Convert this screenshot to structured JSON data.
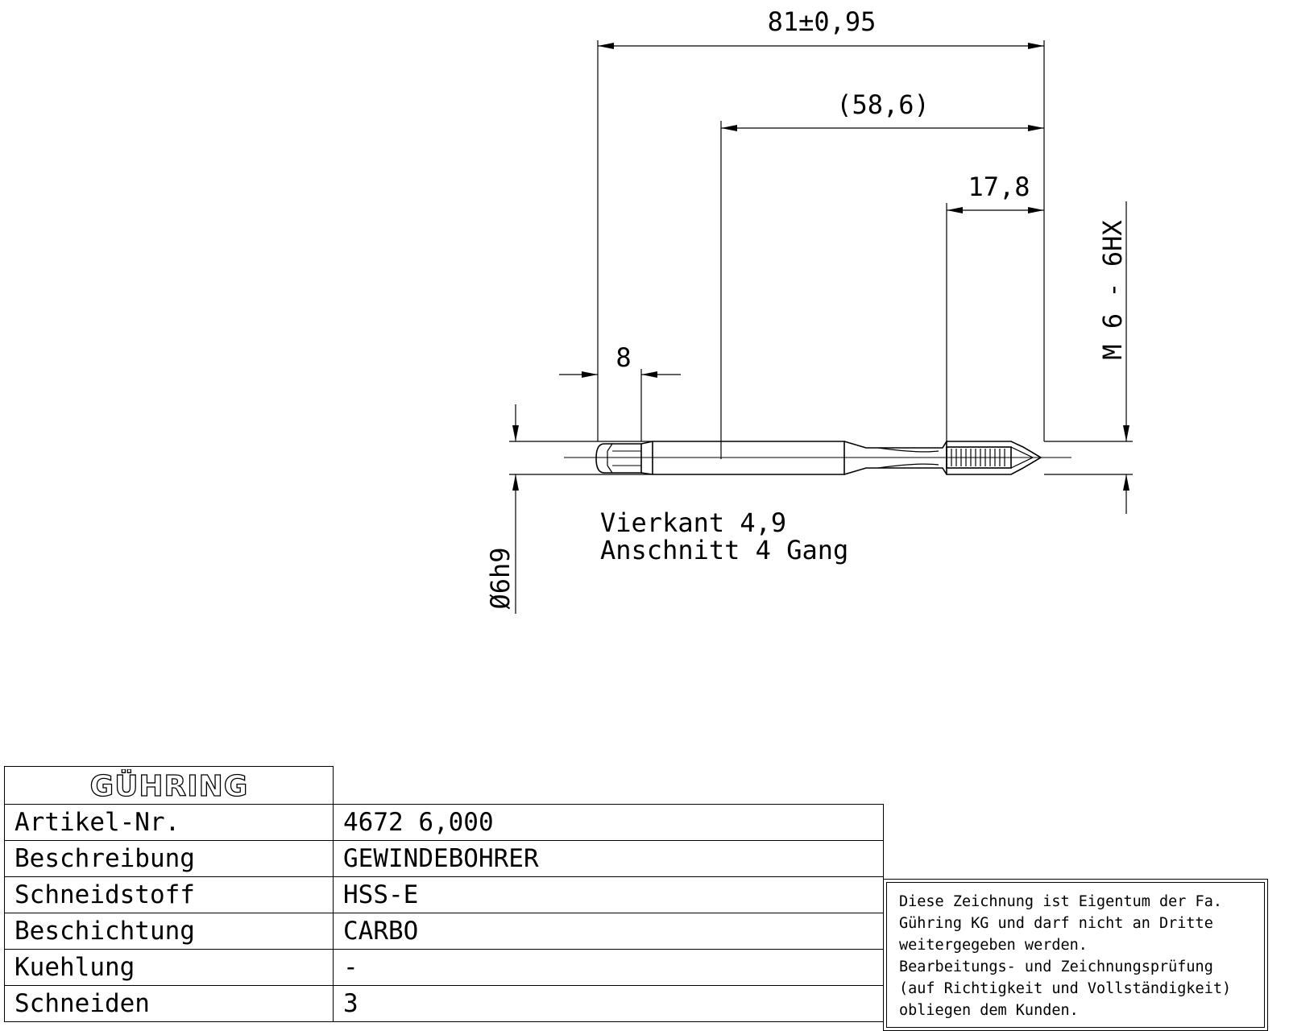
{
  "drawing": {
    "dim_total_length": "81±0,95",
    "dim_shank_length": "(58,6)",
    "dim_thread_length": "17,8",
    "dim_square_length": "8",
    "thread_spec": "M 6 - 6HX",
    "shank_diameter": "Ø6h9",
    "note_square": "Vierkant 4,9",
    "note_chamfer": "Anschnitt 4 Gang"
  },
  "title_block": {
    "logo_text": "GÜHRING",
    "rows": [
      {
        "label": "Artikel-Nr.",
        "value": "4672 6,000"
      },
      {
        "label": "Beschreibung",
        "value": "GEWINDEBOHRER"
      },
      {
        "label": "Schneidstoff",
        "value": "HSS-E"
      },
      {
        "label": "Beschichtung",
        "value": "CARBO"
      },
      {
        "label": "Kuehlung",
        "value": "-"
      },
      {
        "label": "Schneiden",
        "value": "3"
      }
    ]
  },
  "notice": {
    "lines": [
      "Diese Zeichnung ist Eigentum der Fa.",
      "Gühring KG und darf nicht an Dritte",
      "weitergegeben werden.",
      "Bearbeitungs- und Zeichnungsprüfung",
      "(auf Richtigkeit und Vollständigkeit)",
      "obliegen dem Kunden."
    ]
  }
}
